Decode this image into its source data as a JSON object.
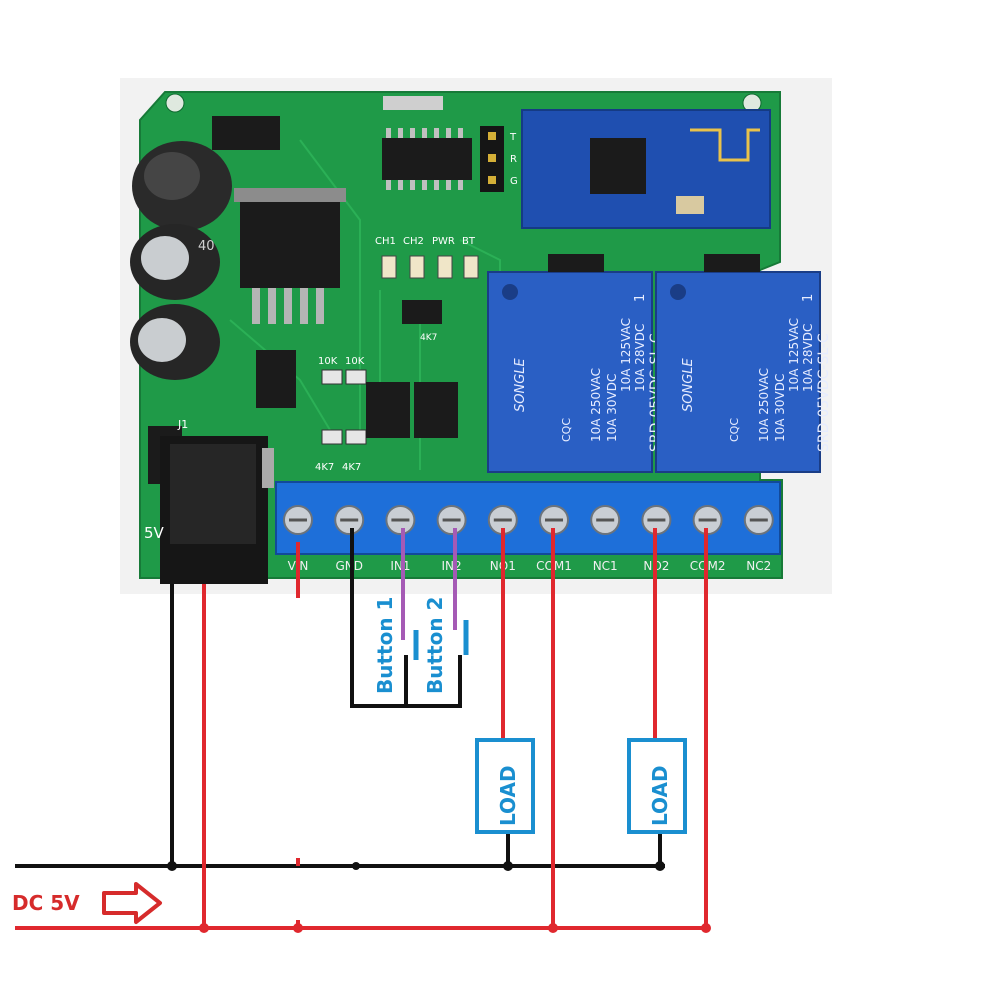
{
  "board": {
    "silk": {
      "channel_leds": [
        "CH1",
        "CH2",
        "PWR",
        "BT"
      ],
      "resistors_top": [
        "10K",
        "10K"
      ],
      "resistors_bottom": [
        "4K7",
        "4K7"
      ],
      "resistor_mid": "4K7",
      "jack_label": "J1",
      "jack_voltage": "5V",
      "header_pins": [
        "T",
        "R",
        "G"
      ],
      "cap_value": "40"
    },
    "terminals": [
      "VIN",
      "GND",
      "IN1",
      "IN2",
      "NO1",
      "COM1",
      "NC1",
      "NO2",
      "COM2",
      "NC2"
    ],
    "relays": [
      {
        "brand": "SONGLE",
        "model": "SRD-05VDC-SL-C",
        "rating_ac": "10A 250VAC",
        "rating_ac2": "10A 125VAC",
        "rating_dc": "10A 30VDC",
        "rating_dc2": "10A 28VDC",
        "cert": "CQC",
        "channel": "1"
      },
      {
        "brand": "SONGLE",
        "model": "SRD-05VDC-SL-C",
        "rating_ac": "10A 250VAC",
        "rating_ac2": "10A 125VAC",
        "rating_dc": "10A 30VDC",
        "rating_dc2": "10A 28VDC",
        "cert": "CQC",
        "channel": "1"
      }
    ]
  },
  "wiring": {
    "button1": "Button 1",
    "button2": "Button 2",
    "load1": "LOAD",
    "load2": "LOAD",
    "supply": "DC 5V"
  },
  "colors": {
    "pcb": "#1f9a48",
    "terminal": "#1e6fd9",
    "relay": "#2a5fc4",
    "wire_red": "#e0282e",
    "wire_black": "#111111",
    "wire_purple": "#a55ab5",
    "label_blue": "#1a8fd0",
    "supply_red": "#d62b2b"
  }
}
